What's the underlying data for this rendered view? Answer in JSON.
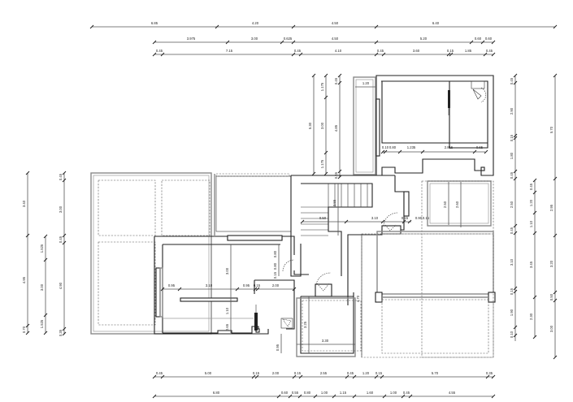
{
  "drawing": {
    "type": "architectural floor plan",
    "units": "m"
  },
  "dimensions": {
    "top_row1": [
      "6.85",
      "4.20",
      "4.50",
      "6.40"
    ],
    "top_row2": [
      "3.975",
      "3.00",
      "0.625",
      "4.50",
      "5.20",
      "0.60",
      "0.60"
    ],
    "top_row3": [
      "0.45",
      "7.15",
      "0.45",
      "4.10",
      "0.45",
      "3.60",
      "0.15",
      "1.85",
      "0.45"
    ],
    "bottom_row1": [
      "0.45",
      "5.00",
      "0.15",
      "2.00",
      "0.15",
      "2.55",
      "0.45",
      "1.20",
      "0.15",
      "5.70",
      "0.35"
    ],
    "bottom_row2": [
      "6.80",
      "0.60",
      "0.55",
      "0.80",
      "1.00",
      "1.15",
      "1.60",
      "1.00",
      "0.45",
      "4.55"
    ],
    "left_outer": [
      "3.40",
      "4.95",
      "0.70"
    ],
    "left_mid": [
      "1.525",
      "3.00",
      "1.525"
    ],
    "left_inner": [
      "0.45",
      "3.00",
      "0.45",
      "4.90",
      "0.35"
    ],
    "right_inner": [
      "0.45",
      "2.90",
      "0.15",
      "1.80",
      "0.45",
      "2.50",
      "0.45",
      "3.10",
      "0.15",
      "1.90",
      "0.10"
    ],
    "right_mid": [
      "0.45",
      "1.20",
      "1.10",
      "3.45",
      "2.30"
    ],
    "right_outer": [
      "5.70",
      "2.95",
      "3.20",
      "0.50",
      "3.00"
    ],
    "stair_left_outer": [
      "5.30"
    ],
    "stair_left_mid": [
      "1.175",
      "3.00",
      "1.175"
    ],
    "stair_left_inner": [
      "0.45",
      "4.85",
      "0.45"
    ],
    "interior": {
      "balcony_width": "1.20",
      "upper_room_row": [
        "0.10",
        "0.80",
        "1.235",
        "2.815",
        "0.65"
      ],
      "hall_row": [
        "0.50",
        "3.10",
        "0.15",
        "0.90",
        "0.15"
      ],
      "terrace_depths": [
        "2.50",
        "2.60"
      ],
      "stair_vertical": [
        "2.55"
      ],
      "living_row": [
        "0.95",
        "3.10",
        "0.95",
        "0.15",
        "2.00"
      ],
      "living_vertical": [
        "3.00",
        "1.10",
        "0.65"
      ],
      "door_vertical": [
        "0.80",
        "0.80",
        "0.15"
      ],
      "small_room_vertical": [
        "3.25"
      ],
      "small_room_width": [
        "3.30"
      ],
      "corridor_vertical": [
        "4.70"
      ],
      "entry_bottom": [
        "0.95"
      ],
      "stair_landing": [
        "3.55"
      ]
    }
  }
}
